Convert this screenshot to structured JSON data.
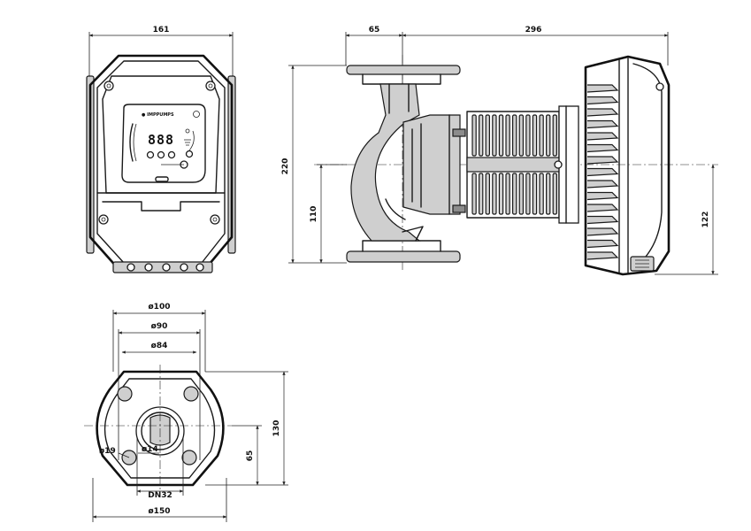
{
  "front_view": {
    "width_dim": "161",
    "brand": "● IMPPUMPS",
    "display_digits": "888"
  },
  "side_view": {
    "dim_inlet": "65",
    "dim_motor": "296",
    "dim_height": "220",
    "dim_axis": "110",
    "dim_right": "122"
  },
  "flange_view": {
    "dim_d100": "ø100",
    "dim_d90": "ø90",
    "dim_d84": "ø84",
    "dim_hole": "ø19",
    "dim_bore": "ø14",
    "dim_dn": "DN32",
    "dim_d150": "ø150",
    "dim_130": "130",
    "dim_65": "65"
  }
}
